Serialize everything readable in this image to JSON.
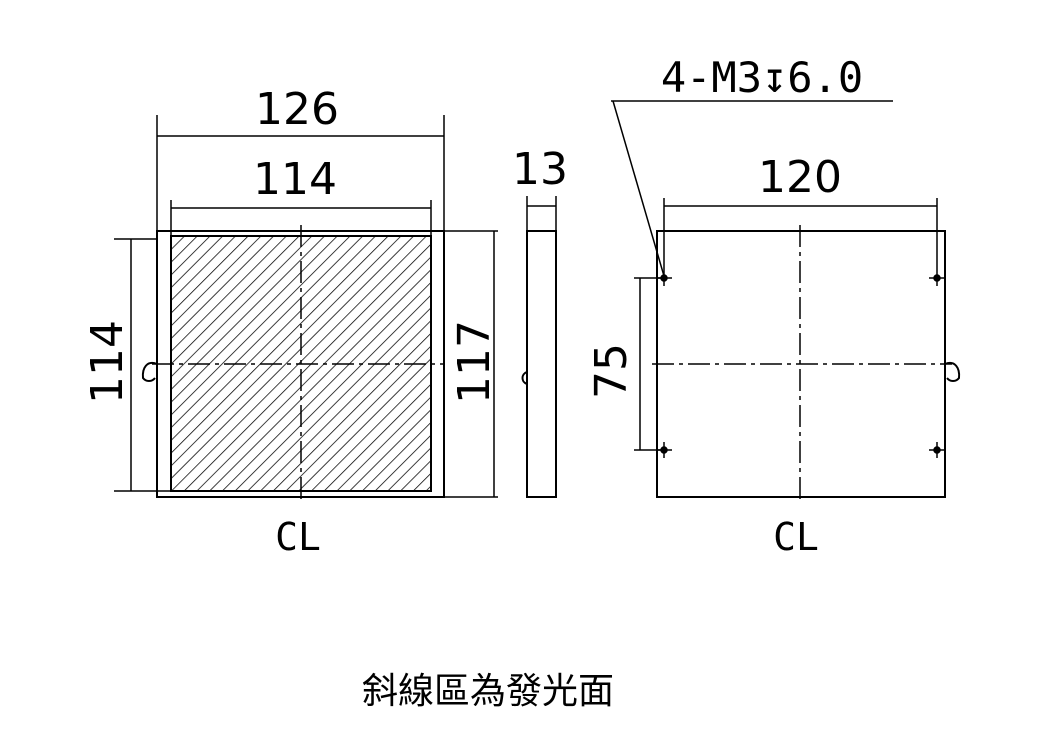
{
  "front_view": {
    "outer_width_label": "126",
    "inner_width_label": "114",
    "inner_height_label": "114",
    "outer_height_label": "117",
    "centerline_label": "CL"
  },
  "side_view": {
    "thickness_label": "13"
  },
  "back_view": {
    "hole_callout": "4-M3↧6.0",
    "hole_spacing_horizontal_label": "120",
    "hole_spacing_vertical_label": "75",
    "centerline_label": "CL"
  },
  "note": "斜線區為發光面"
}
